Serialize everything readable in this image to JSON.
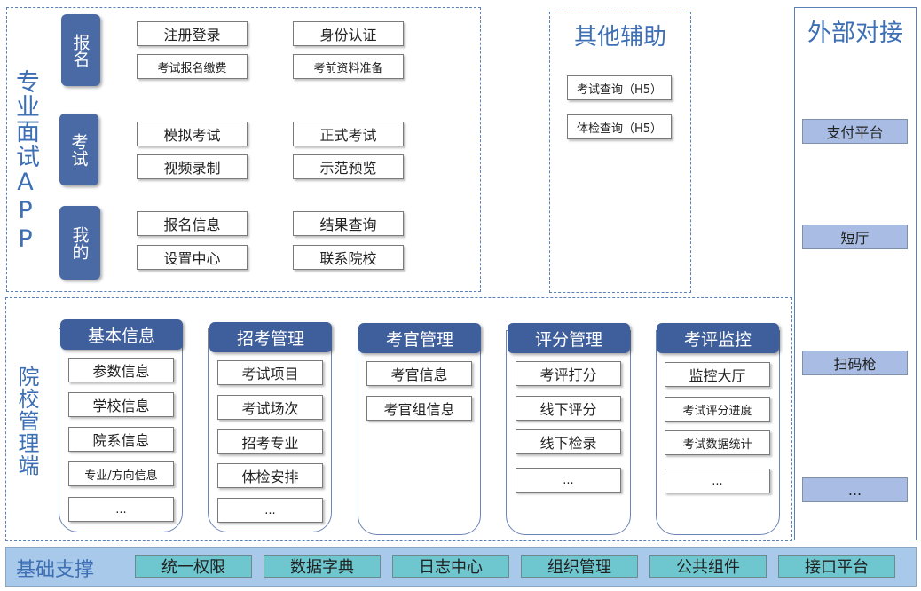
{
  "app_section": {
    "title": "专业面试APP",
    "groups": [
      {
        "tab": "报名",
        "items": [
          "注册登录",
          "身份认证",
          "考试报名缴费",
          "考前资料准备"
        ]
      },
      {
        "tab": "考试",
        "items": [
          "模拟考试",
          "正式考试",
          "视频录制",
          "示范预览"
        ]
      },
      {
        "tab": "我的",
        "items": [
          "报名信息",
          "结果查询",
          "设置中心",
          "联系院校"
        ]
      }
    ]
  },
  "other_section": {
    "title": "其他辅助",
    "items": [
      "考试查询（H5）",
      "体检查询（H5）"
    ]
  },
  "external_section": {
    "title": "外部对接",
    "items": [
      "支付平台",
      "短厅",
      "扫码枪",
      "..."
    ]
  },
  "admin_section": {
    "title": "院校管理端",
    "columns": [
      {
        "title": "基本信息",
        "items": [
          "参数信息",
          "学校信息",
          "院系信息",
          "专业/方向信息",
          "..."
        ]
      },
      {
        "title": "招考管理",
        "items": [
          "考试项目",
          "考试场次",
          "招考专业",
          "体检安排",
          "..."
        ]
      },
      {
        "title": "考官管理",
        "items": [
          "考官信息",
          "考官组信息"
        ]
      },
      {
        "title": "评分管理",
        "items": [
          "考评打分",
          "线下评分",
          "线下检录",
          "..."
        ]
      },
      {
        "title": "考评监控",
        "items": [
          "监控大厅",
          "考试评分进度",
          "考试数据统计",
          "..."
        ]
      }
    ]
  },
  "foundation": {
    "title": "基础支撑",
    "items": [
      "统一权限",
      "数据字典",
      "日志中心",
      "组织管理",
      "公共组件",
      "接口平台"
    ]
  },
  "colors": {
    "accent": "#3d6fb4",
    "tab": "#4a6aa6",
    "external": "#a9bde4",
    "foundation": "#a9c9ea",
    "foundation_item": "#6ec6cf"
  }
}
